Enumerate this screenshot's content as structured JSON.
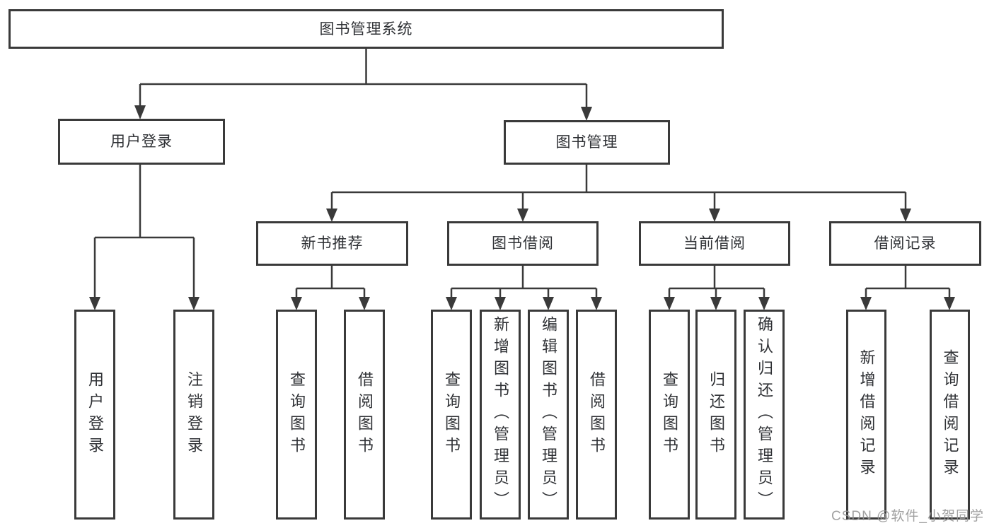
{
  "watermark": "CSDN @软件_小贺同学",
  "colors": {
    "line": "#3a3a3a",
    "box_border": "#3a3a3a",
    "text": "#2f3135",
    "watermark": "#949494",
    "background": "#ffffff"
  },
  "diagram": {
    "root": {
      "label": "图书管理系统"
    },
    "level2": [
      {
        "label": "用户登录"
      },
      {
        "label": "图书管理"
      }
    ],
    "level3": [
      {
        "label": "新书推荐"
      },
      {
        "label": "图书借阅"
      },
      {
        "label": "当前借阅"
      },
      {
        "label": "借阅记录"
      }
    ],
    "leaves": {
      "login": "用户登录",
      "logout": "注销登录",
      "nb_query": "查询图书",
      "nb_borrow": "借阅图书",
      "bb_query": "查询图书",
      "bb_add": "新增图书（管理员）",
      "bb_edit": "编辑图书（管理员）",
      "bb_borrow": "借阅图书",
      "cb_query": "查询图书",
      "cb_return": "归还图书",
      "cb_confirm": "确认归还（管理员）",
      "br_add": "新增借阅记录",
      "br_query": "查询借阅记录"
    }
  }
}
